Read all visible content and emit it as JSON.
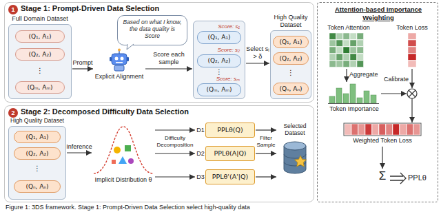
{
  "diagram": {
    "caption": "Figure 1: 3DS framework. Stage 1: Prompt-Driven Data Selection select high-quality data",
    "nodes": [
      {
        "text": [
          "Stage 1: Prompt-Driven Data Selection"
        ]
      },
      {
        "text": [
          "1"
        ],
        "in": 0
      },
      {
        "text": [
          "Full Domain Dataset"
        ],
        "in": 0
      },
      {
        "text": [
          "(Q₁, A₁)"
        ],
        "in": 2
      },
      {
        "text": [
          "(Q₂, A₂)"
        ],
        "in": 2
      },
      {
        "text": [
          "(Qₘ, Aₘ)"
        ],
        "in": 2
      },
      {
        "text": [
          "Based on what I know, the data quality is Score"
        ],
        "in": 0
      },
      {
        "text": [
          "Explicit Alignment"
        ],
        "in": 0
      },
      {
        "text": [],
        "in": 0
      },
      {
        "text": [
          "Score: s₁",
          "(Q₁, A₁)"
        ],
        "in": 8
      },
      {
        "text": [
          "Score: s₂",
          "(Q₂, A₂)"
        ],
        "in": 8
      },
      {
        "text": [
          "Score: sₘ",
          "(Qₘ, Aₘ)"
        ],
        "in": 8
      },
      {
        "text": [
          "High Quality Dataset"
        ],
        "in": 0
      },
      {
        "text": [
          "(Q₁, A₁)"
        ],
        "in": 12
      },
      {
        "text": [
          "(Q₂, A₂)"
        ],
        "in": 12
      },
      {
        "text": [
          "(Qₙ, Aₙ)"
        ],
        "in": 12
      },
      {
        "text": [
          "Stage 2: Decomposed Difficulty Data Selection"
        ]
      },
      {
        "text": [
          "2"
        ],
        "in": 16
      },
      {
        "text": [
          "High Quality Dataset"
        ],
        "in": 16
      },
      {
        "text": [
          "(Q₁, A₁)"
        ],
        "in": 18
      },
      {
        "text": [
          "(Q₂, A₂)"
        ],
        "in": 18
      },
      {
        "text": [
          "(Qₙ, Aₙ)"
        ],
        "in": 18
      },
      {
        "text": [
          "Implicit Distribution θ"
        ],
        "in": 16
      },
      {
        "text": [
          "D1",
          "PPLθ(Q)"
        ],
        "in": 16
      },
      {
        "text": [
          "D2",
          "PPLθ(A|Q)"
        ],
        "in": 16
      },
      {
        "text": [
          "D3",
          "PPLθ'(A'|Q)"
        ],
        "in": 16
      },
      {
        "text": [
          "Selected Dataset"
        ],
        "in": 16
      },
      {
        "text": [
          "Attention-based Importance Weighting"
        ]
      }
    ],
    "edges": [
      {
        "from": 2,
        "to": 7,
        "arrow": "to",
        "label": "Prompt"
      },
      {
        "from": 7,
        "to": 8,
        "arrow": "to",
        "label": "Score each sample"
      },
      {
        "from": 8,
        "to": 12,
        "arrow": "to",
        "label": "Select sᵢ > δ"
      },
      {
        "from": 18,
        "to": 22,
        "arrow": "to",
        "label": "Inference"
      },
      {
        "from": 22,
        "to": 23,
        "arrow": "to"
      },
      {
        "from": 22,
        "to": 24,
        "arrow": "to",
        "label": "Difficulty Decomposition"
      },
      {
        "from": 22,
        "to": 25,
        "arrow": "to"
      },
      {
        "from": 23,
        "to": 26,
        "arrow": "to",
        "label": "Filter Sample"
      },
      {
        "from": 24,
        "to": 26,
        "arrow": "to"
      },
      {
        "from": 25,
        "to": 26,
        "arrow": "to"
      }
    ],
    "labels": [
      "⋮",
      "⋮",
      "⋮",
      "⋮",
      "Token Attention",
      "Token Loss",
      "Aggregate",
      "Token Importance",
      "Calibrate",
      "Weighted Token Loss",
      "Σ",
      "PPLθ"
    ]
  }
}
